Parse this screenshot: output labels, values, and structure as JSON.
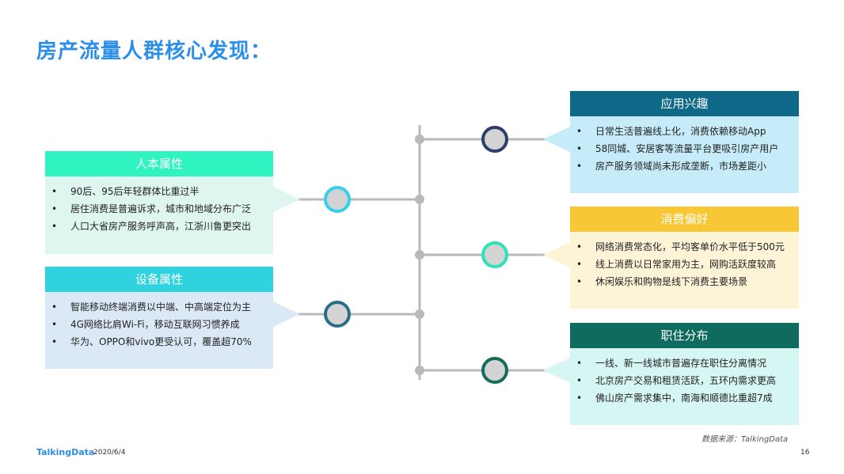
{
  "page": {
    "title": "房产流量人群核心发现：",
    "source": "数据来源：TalkingData",
    "footer_logo": "TalkingData",
    "footer_date": "2020/6/4",
    "page_number": "16"
  },
  "colors": {
    "title": "#2b8ee8",
    "connector": "#b9b9b9",
    "node_fill": "#d3d3d3"
  },
  "cards": {
    "renben": {
      "header": "人本属性",
      "header_color": "#2ff3c0",
      "body_color": "#dff6f0",
      "ring_color": "#35d0ea",
      "bullet": "•",
      "items": [
        "90后、95后年轻群体比重过半",
        "居住消费是普遍诉求，城市和地域分布广泛",
        "人口大省房产服务呼声高，江浙川鲁更突出"
      ]
    },
    "shebei": {
      "header": "设备属性",
      "header_color": "#2fd3e0",
      "body_color": "#dbe9f7",
      "ring_color": "#2a6f8a",
      "bullet": "•",
      "items": [
        "智能移动终端消费以中端、中高端定位为主",
        "4G网络比肩Wi-Fi，移动互联网习惯养成",
        "华为、OPPO和vivo更受认可，覆盖超70%"
      ]
    },
    "yingyong": {
      "header": "应用兴趣",
      "header_color": "#0d6987",
      "body_color": "#c5ecf8",
      "ring_color": "#2d3e6b",
      "bullet": "•",
      "items": [
        "日常生活普遍线上化，消费依赖移动App",
        "58同城、安居客等流量平台更吸引房产用户",
        "房产服务领域尚未形成垄断，市场差距小"
      ]
    },
    "xiaofei": {
      "header": "消费偏好",
      "header_color": "#f7c735",
      "body_color": "#fdf3d6",
      "ring_color": "#2ee3b8",
      "bullet": "•",
      "items": [
        "网络消费常态化，平均客单价水平低于500元",
        "线上消费以日常家用为主，网购活跃度较高",
        "休闲娱乐和购物是线下消费主要场景"
      ]
    },
    "zhizhu": {
      "header": "职住分布",
      "header_color": "#0e6b5e",
      "body_color": "#d6f6f3",
      "ring_color": "#136c5d",
      "bullet": "•",
      "items": [
        "一线、新一线城市普遍存在职住分离情况",
        "北京房产交易和租赁活跃，五环内需求更高",
        "佛山房产需求集中，南海和顺德比重超7成"
      ]
    }
  }
}
